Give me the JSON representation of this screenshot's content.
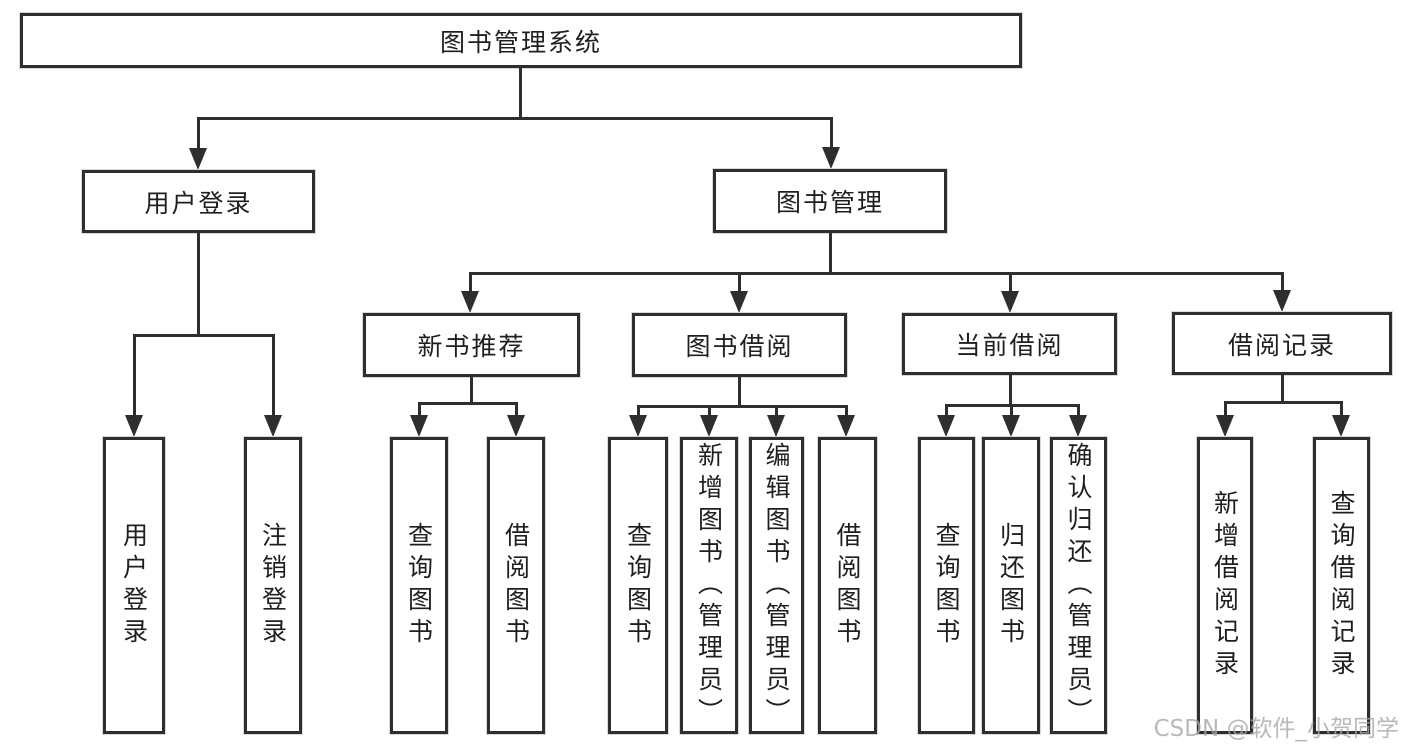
{
  "diagram": {
    "nodes": {
      "root": "图书管理系统",
      "user_login": "用户登录",
      "book_mgmt": "图书管理",
      "new_book_rec": "新书推荐",
      "book_borrow": "图书借阅",
      "current_borrow": "当前借阅",
      "borrow_record": "借阅记录",
      "ul_login": "用户登录",
      "ul_logout": "注销登录",
      "nb_query": "查询图书",
      "nb_borrow": "借阅图书",
      "bb_query": "查询图书",
      "bb_add": "新增图书（管理员）",
      "bb_edit": "编辑图书（管理员）",
      "bb_borrow": "借阅图书",
      "cb_query": "查询图书",
      "cb_return": "归还图书",
      "cb_confirm": "确认归还（管理员）",
      "br_add": "新增借阅记录",
      "br_query": "查询借阅记录"
    },
    "hierarchy": {
      "root": [
        "user_login",
        "book_mgmt"
      ],
      "user_login": [
        "ul_login",
        "ul_logout"
      ],
      "book_mgmt": [
        "new_book_rec",
        "book_borrow",
        "current_borrow",
        "borrow_record"
      ],
      "new_book_rec": [
        "nb_query",
        "nb_borrow"
      ],
      "book_borrow": [
        "bb_query",
        "bb_add",
        "bb_edit",
        "bb_borrow"
      ],
      "current_borrow": [
        "cb_query",
        "cb_return",
        "cb_confirm"
      ],
      "borrow_record": [
        "br_add",
        "br_query"
      ]
    }
  },
  "watermark": {
    "text": "CSDN @软件_小贺同学"
  },
  "colors": {
    "line": "#2e2e2e",
    "box_bg": "#ffffff",
    "text": "#1f1f1f",
    "watermark": "#a8a8a8",
    "background": "#ffffff"
  }
}
